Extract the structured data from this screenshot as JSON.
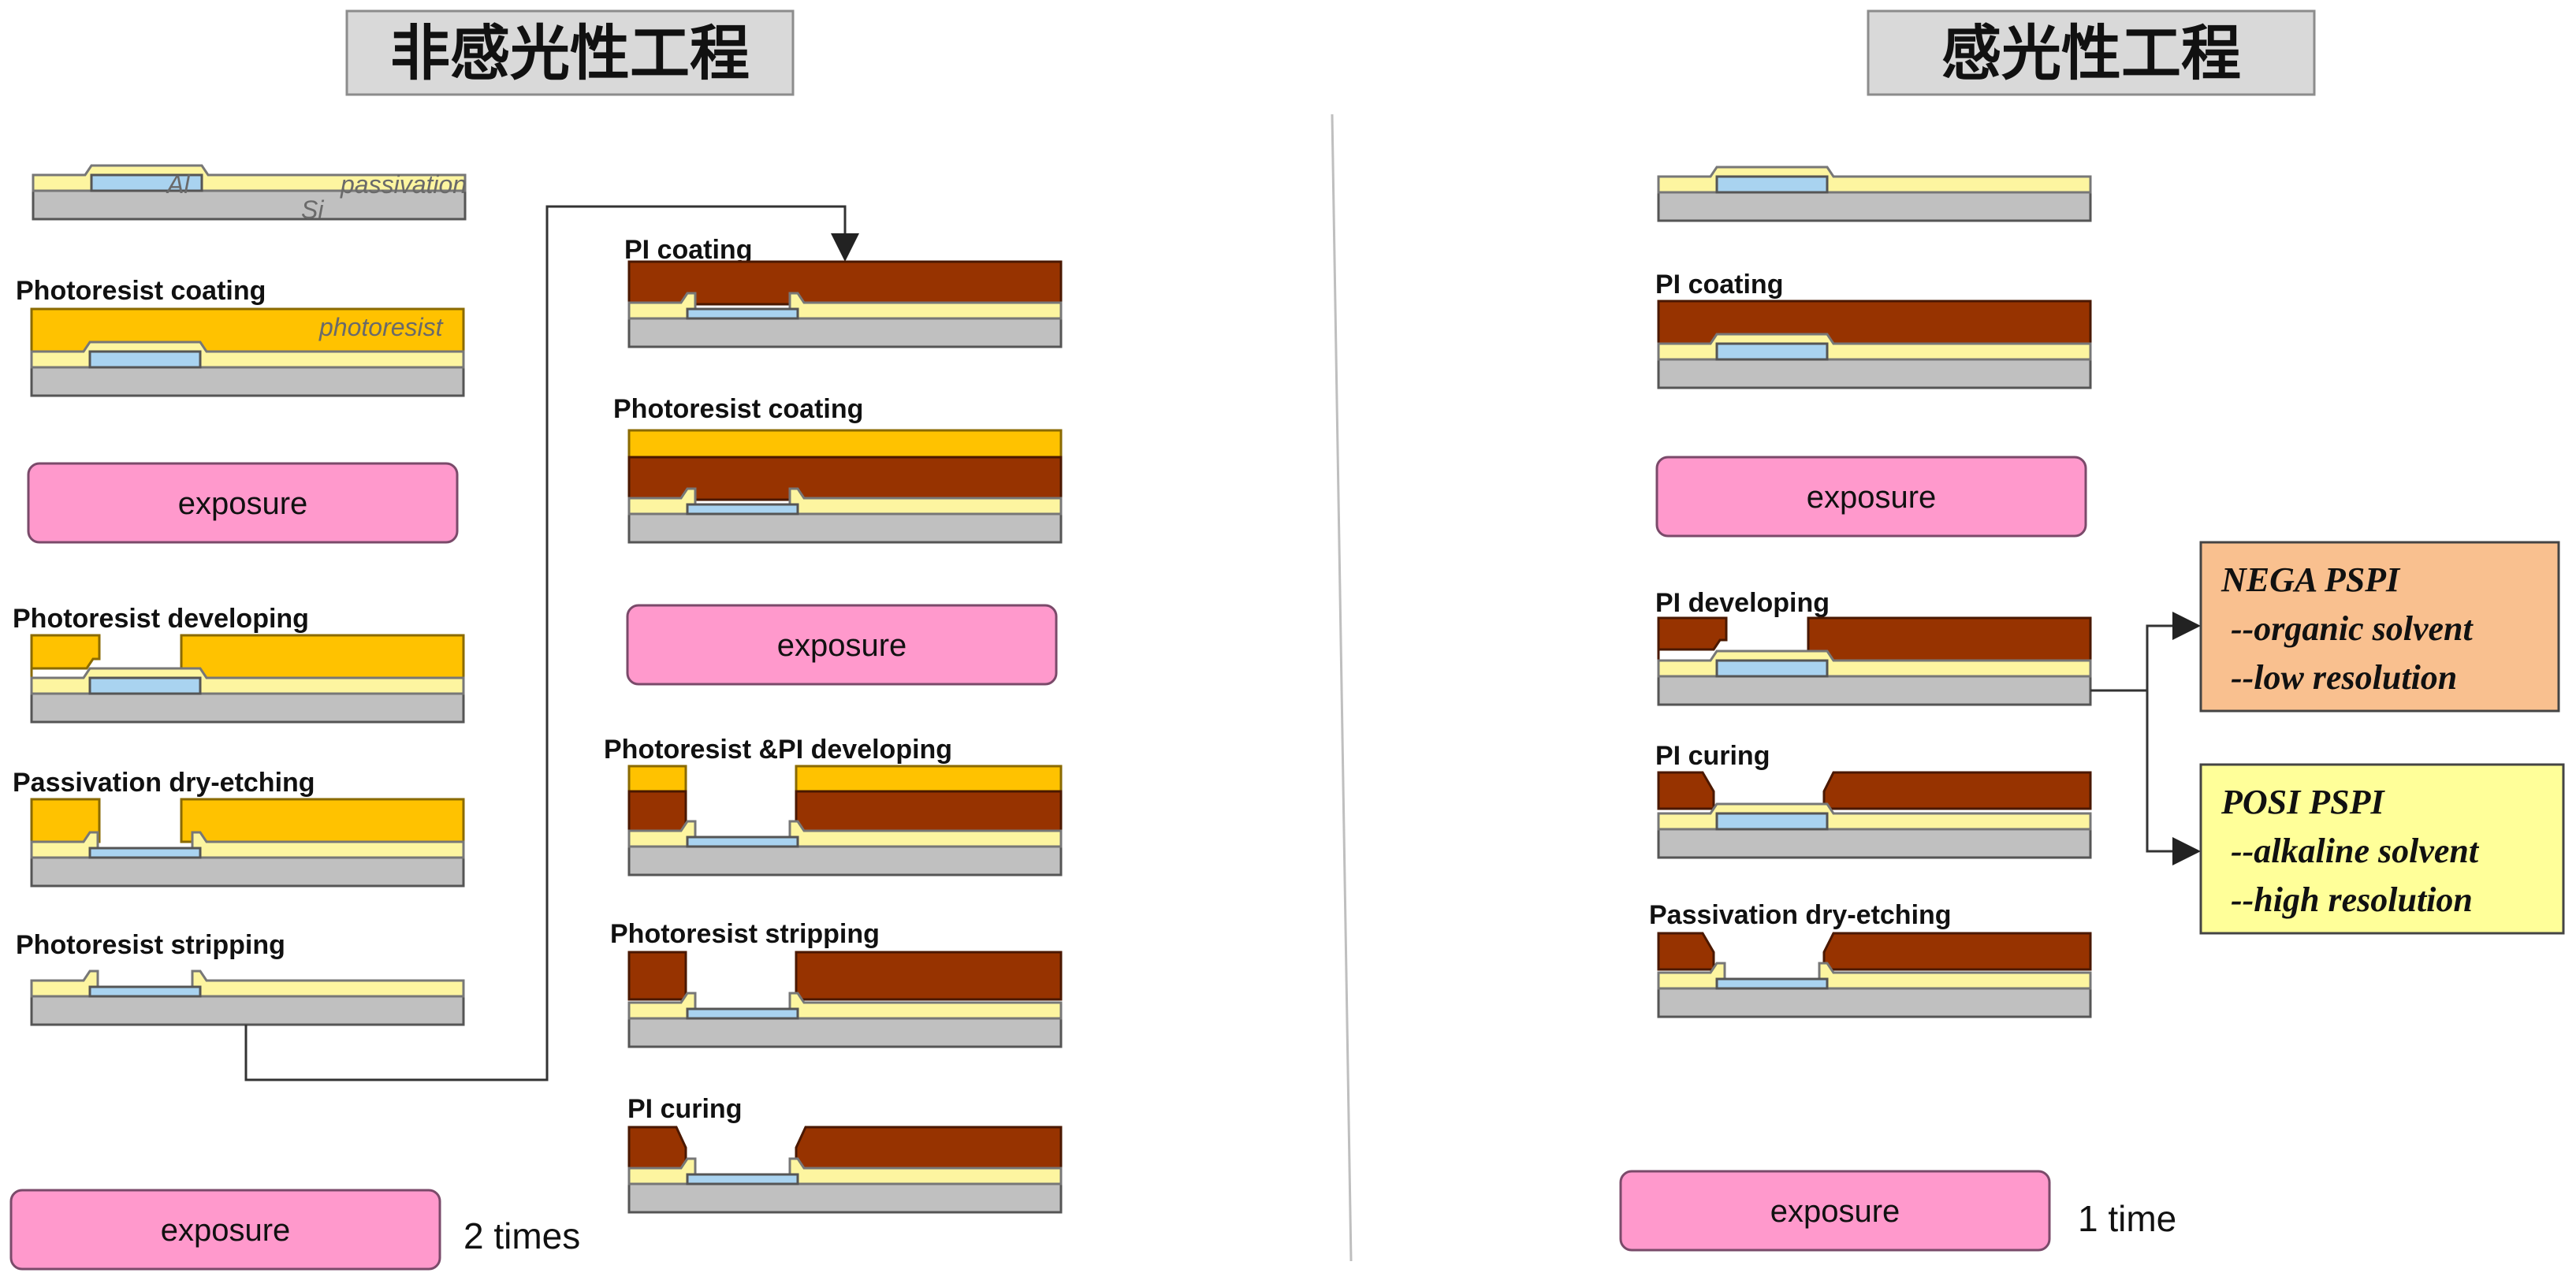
{
  "left_title": "非感光性工程",
  "right_title": "感光性工程",
  "left_column_a": {
    "layer_labels": {
      "al": "Al",
      "si": "Si",
      "passivation": "passivation",
      "photoresist": "photoresist"
    },
    "steps": [
      "Photoresist coating",
      "Photoresist developing",
      "Passivation dry-etching",
      "Photoresist stripping"
    ],
    "exposure": "exposure"
  },
  "left_column_b": {
    "steps": [
      "PI coating",
      "Photoresist coating",
      "Photoresist &PI developing",
      "Photoresist stripping",
      "PI curing"
    ],
    "exposure": "exposure"
  },
  "left_summary": {
    "exposure": "exposure",
    "times": "2 times"
  },
  "right_column": {
    "steps": [
      "PI coating",
      "PI developing",
      "PI curing",
      "Passivation dry-etching"
    ],
    "exposure": "exposure"
  },
  "right_summary": {
    "exposure": "exposure",
    "times": "1 time"
  },
  "nega_box": {
    "lines": [
      "NEGA PSPI",
      "--organic solvent",
      "--low resolution"
    ]
  },
  "posi_box": {
    "lines": [
      "POSI PSPI",
      "--alkaline solvent",
      "--high resolution"
    ]
  },
  "colors": {
    "si": "#c0c0c0",
    "passivation": "#fdf5a0",
    "aluminum": "#a9d3f0",
    "photoresist": "#ffc200",
    "polyimide": "#973300",
    "exposure": "#ff99cc",
    "title_box": "#d9d9d9",
    "nega_box": "#f9c08f",
    "posi_box": "#ffff99"
  }
}
